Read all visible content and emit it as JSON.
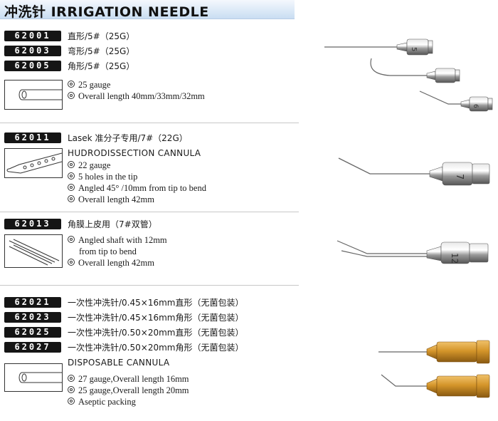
{
  "header": {
    "title": "冲洗针  IRRIGATION NEEDLE"
  },
  "sections": [
    {
      "products": [
        {
          "code": "62001",
          "name": "直形/5#（25G）"
        },
        {
          "code": "62003",
          "name": "弯形/5#（25G）"
        },
        {
          "code": "62005",
          "name": "角形/5#（25G）"
        }
      ],
      "specs": [
        "25 gauge",
        "Overall length 40mm/33mm/32mm"
      ],
      "hub_labels": [
        "5",
        "6"
      ]
    },
    {
      "products": [
        {
          "code": "62011",
          "name": "Lasek 准分子专用/7#（22G）"
        }
      ],
      "title": "HUDRODISSECTION CANNULA",
      "specs": [
        "22 gauge",
        "5 holes in the tip",
        "Angled 45°  /10mm from tip to bend",
        "Overall length 42mm"
      ],
      "hub_labels": [
        "7"
      ]
    },
    {
      "products": [
        {
          "code": "62013",
          "name": "角膜上皮用（7#双管）"
        }
      ],
      "specs": [
        "Angled shaft with 12mm",
        "from tip to bend",
        "Overall length 42mm"
      ],
      "hub_labels": [
        "12"
      ]
    },
    {
      "products": [
        {
          "code": "62021",
          "name": "一次性冲洗针/0.45×16mm直形（无菌包装）"
        },
        {
          "code": "62023",
          "name": "一次性冲洗针/0.45×16mm角形（无菌包装）"
        },
        {
          "code": "62025",
          "name": "一次性冲洗针/0.50×20mm直形（无菌包装）"
        },
        {
          "code": "62027",
          "name": "一次性冲洗针/0.50×20mm角形（无菌包装）"
        }
      ],
      "title": "DISPOSABLE CANNULA",
      "specs": [
        "27 gauge,Overall length 16mm",
        "25 gauge,Overall length 20mm",
        "Aseptic packing"
      ]
    }
  ],
  "colors": {
    "header_bg": "#c9ddf2",
    "code_bg": "#151515",
    "disposable_hub": "#d4952a"
  }
}
